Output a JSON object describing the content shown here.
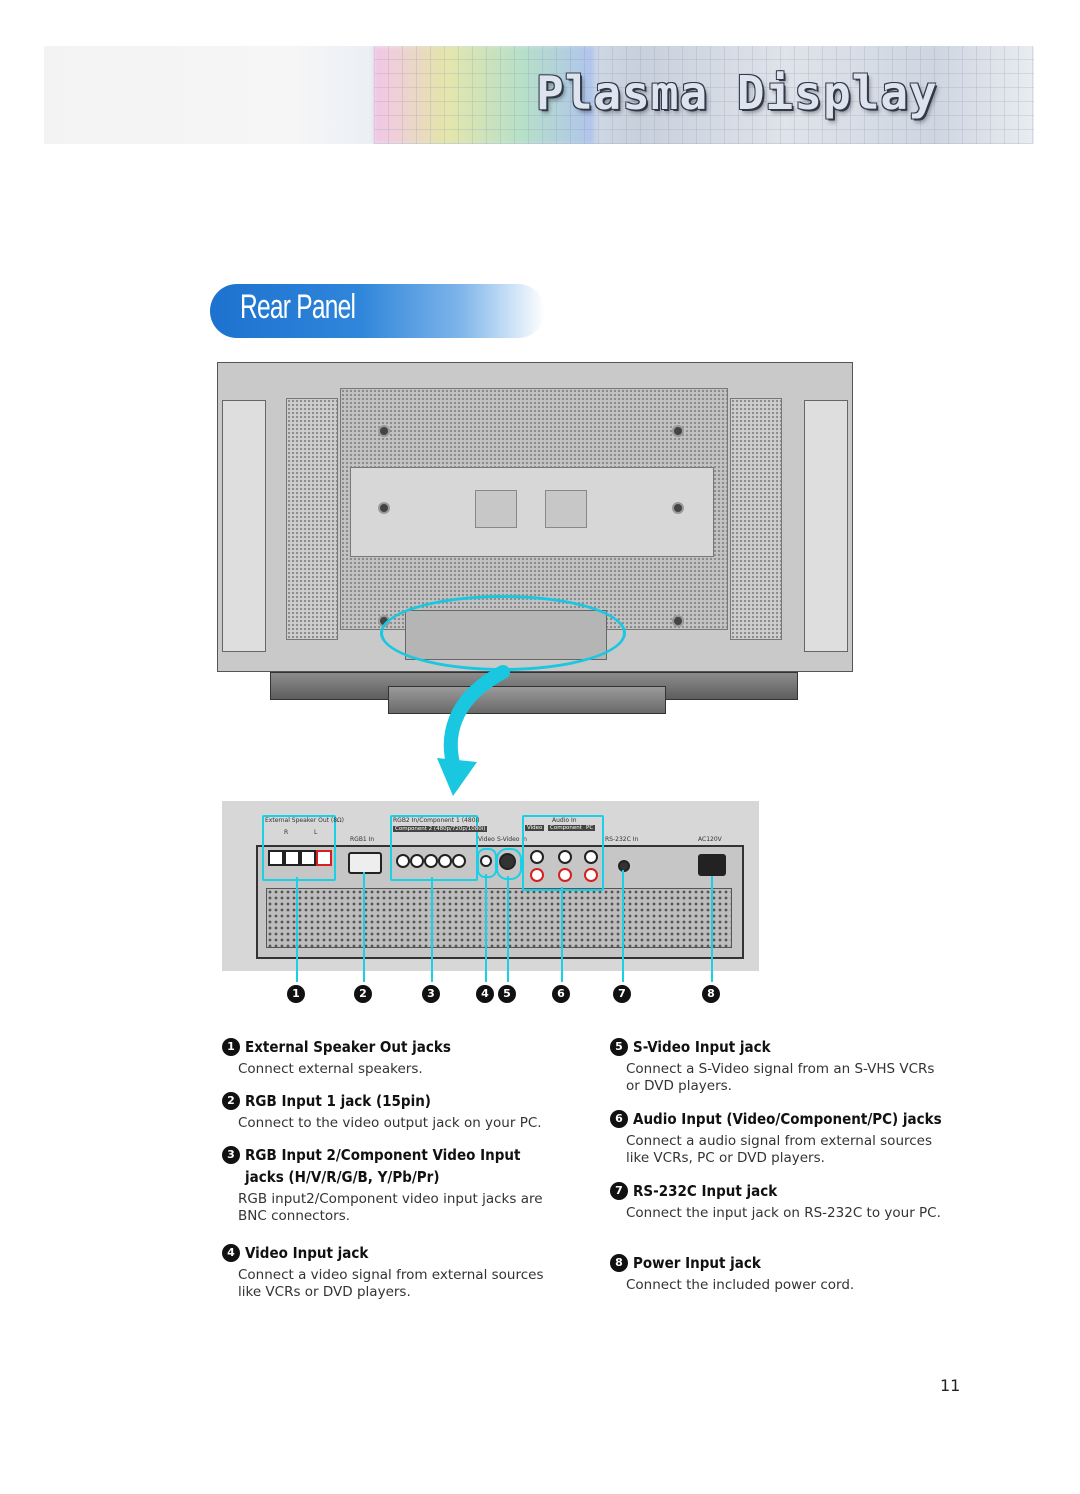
{
  "header": {
    "title": "Plasma Display"
  },
  "section": {
    "title": "Rear Panel"
  },
  "diagram": {
    "labels": {
      "ext_speaker": "External Speaker Out (8Ω)",
      "rgb1": "RGB1 In",
      "rgb2": "RGB2 In/Component 1 (480i)",
      "comp2": "Component 2 (480p/720p/1080i)",
      "video": "Video",
      "svideo": "S-Video In",
      "audio_in": "Audio In",
      "audio_video": "Video",
      "audio_component": "Component",
      "audio_pc": "PC",
      "rs232c": "RS-232C In",
      "ac": "AC120V",
      "speaker_r": "R",
      "speaker_l": "L"
    },
    "markers": [
      "❶",
      "❷",
      "❸",
      "❹",
      "❺",
      "❻",
      "❼",
      "❽"
    ]
  },
  "items_left": [
    {
      "num": "1",
      "title": "External Speaker Out jacks",
      "desc": "Connect external speakers."
    },
    {
      "num": "2",
      "title": "RGB Input 1 jack (15pin)",
      "desc": "Connect to the video output jack on your PC."
    },
    {
      "num": "3",
      "title": "RGB Input 2/Component Video Input jacks (H/V/R/G/B, Y/Pb/Pr)",
      "desc": "RGB input2/Component video input jacks are BNC connectors."
    },
    {
      "num": "4",
      "title": "Video Input jack",
      "desc": "Connect a video signal from external sources like VCRs or DVD players."
    }
  ],
  "items_right": [
    {
      "num": "5",
      "title": "S-Video Input jack",
      "desc": "Connect a S-Video signal from an S-VHS VCRs or DVD players."
    },
    {
      "num": "6",
      "title": "Audio Input (Video/Component/PC) jacks",
      "desc": "Connect a audio signal from external sources like VCRs, PC or DVD players."
    },
    {
      "num": "7",
      "title": "RS-232C Input jack",
      "desc": "Connect the input jack on RS-232C to your PC."
    },
    {
      "num": "8",
      "title": "Power Input jack",
      "desc": "Connect the included power cord."
    }
  ],
  "page_number": "11"
}
